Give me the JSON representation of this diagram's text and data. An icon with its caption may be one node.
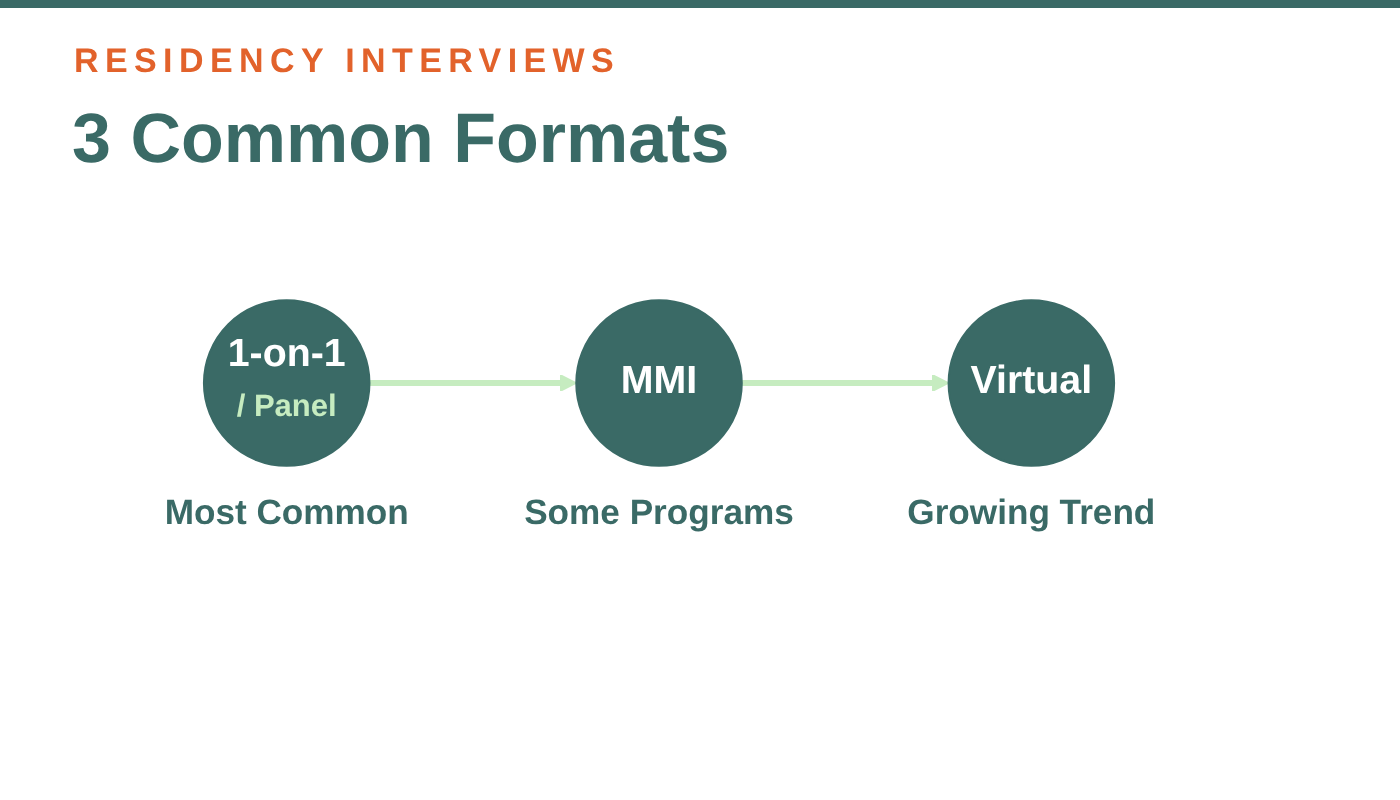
{
  "diagram": {
    "title": "3 Common Formats",
    "nodes": [
      {
        "text": [
          "1-on-1",
          "/ Panel"
        ],
        "beside": [
          "Most Common"
        ]
      },
      {
        "text": [
          "MMI"
        ],
        "beside": [
          "Some Programs"
        ]
      },
      {
        "text": [
          "Virtual"
        ],
        "beside": [
          "Growing Trend"
        ]
      }
    ],
    "edges": [
      {
        "from": 0,
        "to": 1,
        "arrow": "to"
      },
      {
        "from": 1,
        "to": 2,
        "arrow": "to"
      }
    ],
    "labels": [
      "RESIDENCY INTERVIEWS"
    ]
  }
}
